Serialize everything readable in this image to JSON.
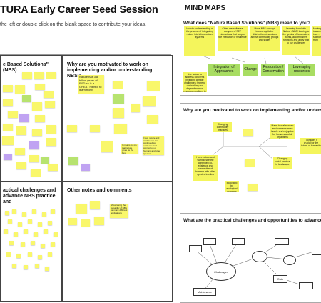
{
  "header": {
    "title": "TURA Early Career Seed Session",
    "subtitle": "the left or double click on the blank space to contribute your ideas.",
    "mind_maps_title": "MIND MAPS"
  },
  "board": {
    "frame_nbs": "e Based Solutions\" (NBS)",
    "frame_motivation": "Why are you motivated to work on implementing and/or understanding NBS?",
    "frame_challenges": "actical challenges and advance NBS practice and",
    "frame_other": "Other notes and comments",
    "note_mentor": "Nature has 3.8 billion years of R&D so is a GREAT mentor to learn from!",
    "note_love": "I love nature and want to see the continued co-existence and connection of humans and other species",
    "note_planet": "It means for me that nature gives us the best",
    "note_showcase": "Showcasing the versatility of NBS for many different applications"
  },
  "mind_maps": {
    "q1": {
      "title": "What does \"Nature Based Solutions\" (NBS) mean to you?",
      "boxes": [
        "Holistic understanding of the process of integrating nature into infrastructure systems",
        "Cities are a diverse complex of SET interactions that support the execution of resilience",
        "Move NBS concept toward equitable distribution of services across community groups and scales",
        "Learning from/with Nature - NBS! looking to the genius of how nature works, accomplishes functions and apply that to our challenges",
        "Moving towards the trad... solution d... from"
      ],
      "side_note": "Use nature to address concerns including climate challenges; thereby diminishing our dependence on resource pipelines to build community values",
      "themes": [
        "Integration of Approaches",
        "Change",
        "Restoration / Conservation",
        "Leveraging resources"
      ]
    },
    "q2": {
      "title": "Why are you motivated to work on implementing and/or understan",
      "notes": [
        "Changing community practices",
        "I love nature and want to see the continued co-existence and connection of humans with other species in cities",
        "Changing social practice in landscape",
        "Maps to make urban environments more livable and enjoyable for humans and all organisms",
        "I consider it crucial for the future of humanity",
        "Motivated by ecological concerns"
      ]
    },
    "q3": {
      "title": "What are the practical challenges and opportunities to advance NB",
      "center": "Challenges",
      "nodes": [
        "Data",
        "Maintenance"
      ]
    }
  }
}
